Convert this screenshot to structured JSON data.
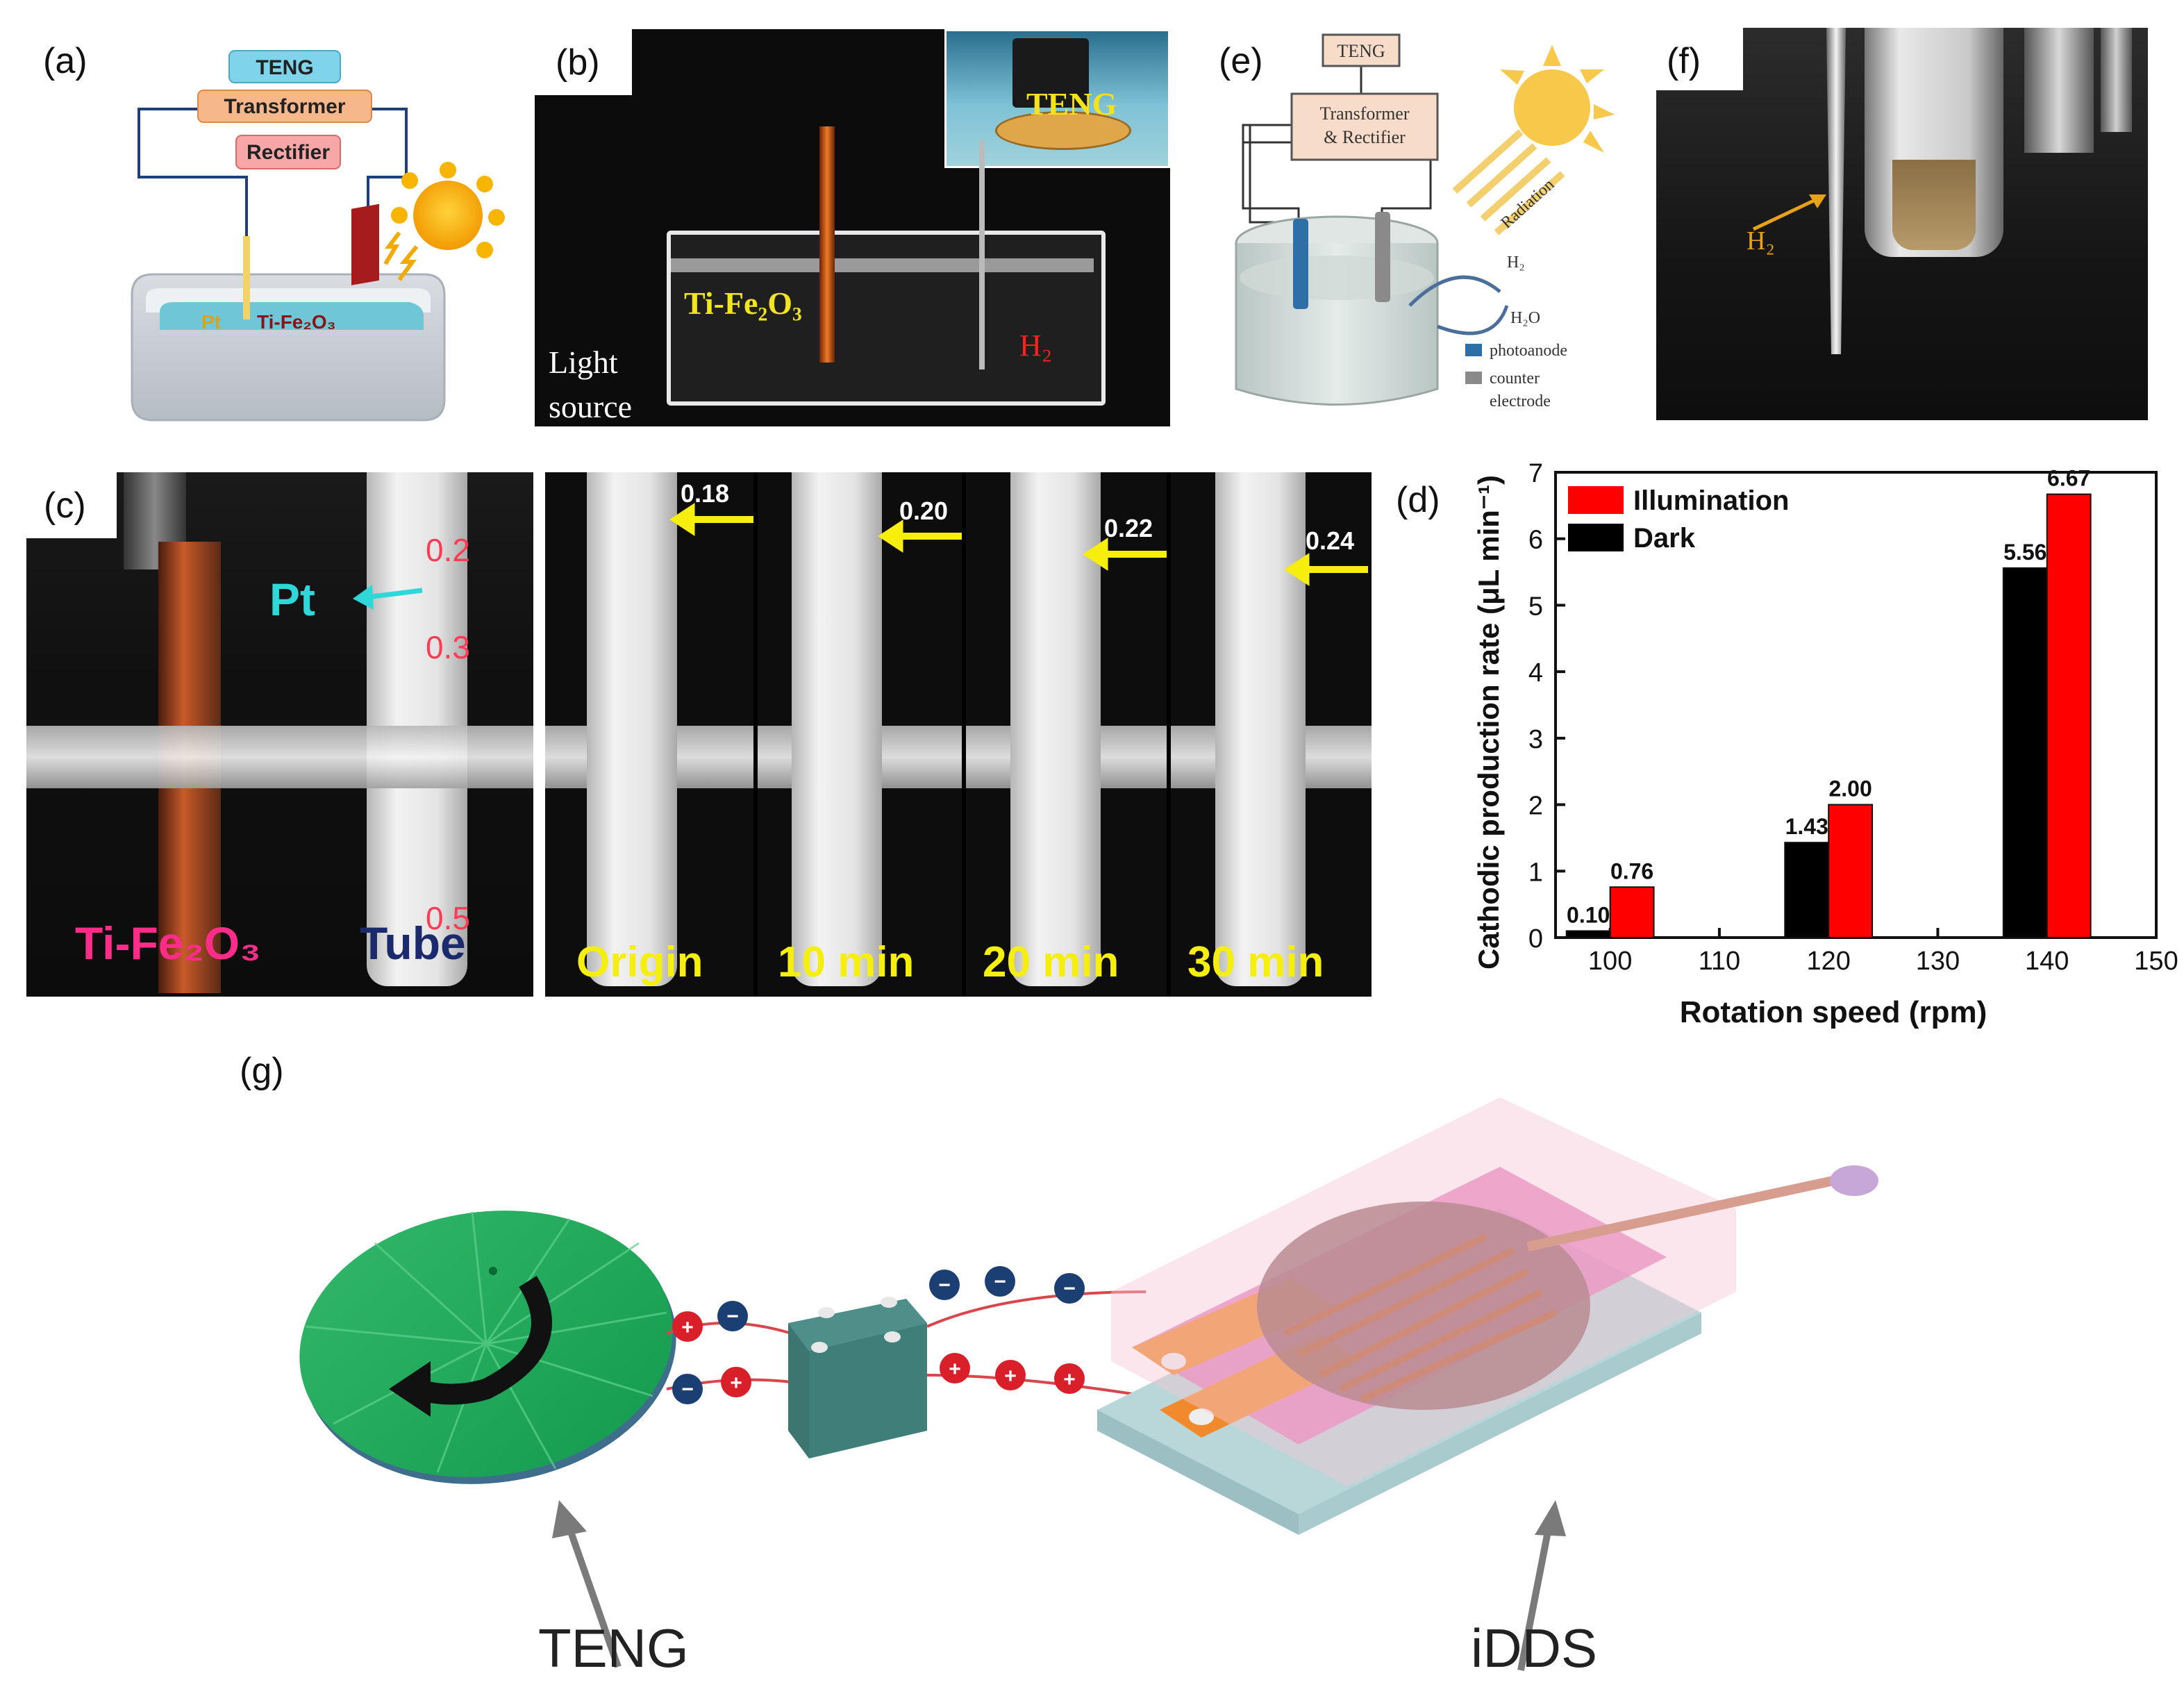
{
  "panels": {
    "a": {
      "label": "(a)",
      "teng": "TENG",
      "transformer": "Transformer",
      "rectifier": "Rectifier",
      "pt": "Pt",
      "ti_fe2o3": "Ti-Fe₂O₃"
    },
    "b": {
      "label": "(b)",
      "teng": "TENG",
      "ti_fe2o3": "Ti-Fe₂O₃",
      "h2": "H₂",
      "light_source_line1": "Light",
      "light_source_line2": "source"
    },
    "c": {
      "label": "(c)",
      "pt": "Pt",
      "ti_fe2o3": "Ti-Fe₂O₃",
      "tube": "Tube",
      "scale_ticks": [
        "0.2",
        "0.3",
        "0.5"
      ],
      "frames": [
        {
          "time": "Origin",
          "reading": "0.18"
        },
        {
          "time": "10 min",
          "reading": "0.20"
        },
        {
          "time": "20 min",
          "reading": "0.22"
        },
        {
          "time": "30 min",
          "reading": "0.24"
        }
      ]
    },
    "e": {
      "label": "(e)",
      "teng": "TENG",
      "transformer_rectifier_line1": "Transformer",
      "transformer_rectifier_line2": "& Rectifier",
      "radiation": "Radiation",
      "h2": "H₂",
      "h2o": "H₂O",
      "legend_photoanode": "photoanode",
      "legend_counter_line1": "counter",
      "legend_counter_line2": "electrode",
      "photoanode_color": "#2f6fa8",
      "counter_color": "#8a8a8a"
    },
    "f": {
      "label": "(f)",
      "h2": "H₂",
      "arrow_color": "#e8a21a"
    },
    "d": {
      "label": "(d)"
    },
    "g": {
      "label": "(g)",
      "teng": "TENG",
      "idds": "iDDS"
    }
  },
  "chart_data": {
    "type": "bar",
    "xlabel": "Rotation speed (rpm)",
    "ylabel": "Cathodic production rate (μL min⁻¹)",
    "xlim": [
      95,
      150
    ],
    "ylim": [
      0,
      7
    ],
    "x_ticks": [
      "100",
      "110",
      "120",
      "130",
      "140",
      "150"
    ],
    "y_ticks": [
      "0",
      "1",
      "2",
      "3",
      "4",
      "5",
      "6",
      "7"
    ],
    "categories": [
      100,
      120,
      140
    ],
    "series": [
      {
        "name": "Dark",
        "color": "#000000",
        "values": [
          0.1,
          1.43,
          5.56
        ],
        "labels": [
          "0.10",
          "1.43",
          "5.56"
        ]
      },
      {
        "name": "Illumination",
        "color": "#ff0000",
        "values": [
          0.76,
          2.0,
          6.67
        ],
        "labels": [
          "0.76",
          "2.00",
          "6.67"
        ]
      }
    ],
    "legend_order": [
      "Illumination",
      "Dark"
    ],
    "legend": "top-left"
  }
}
